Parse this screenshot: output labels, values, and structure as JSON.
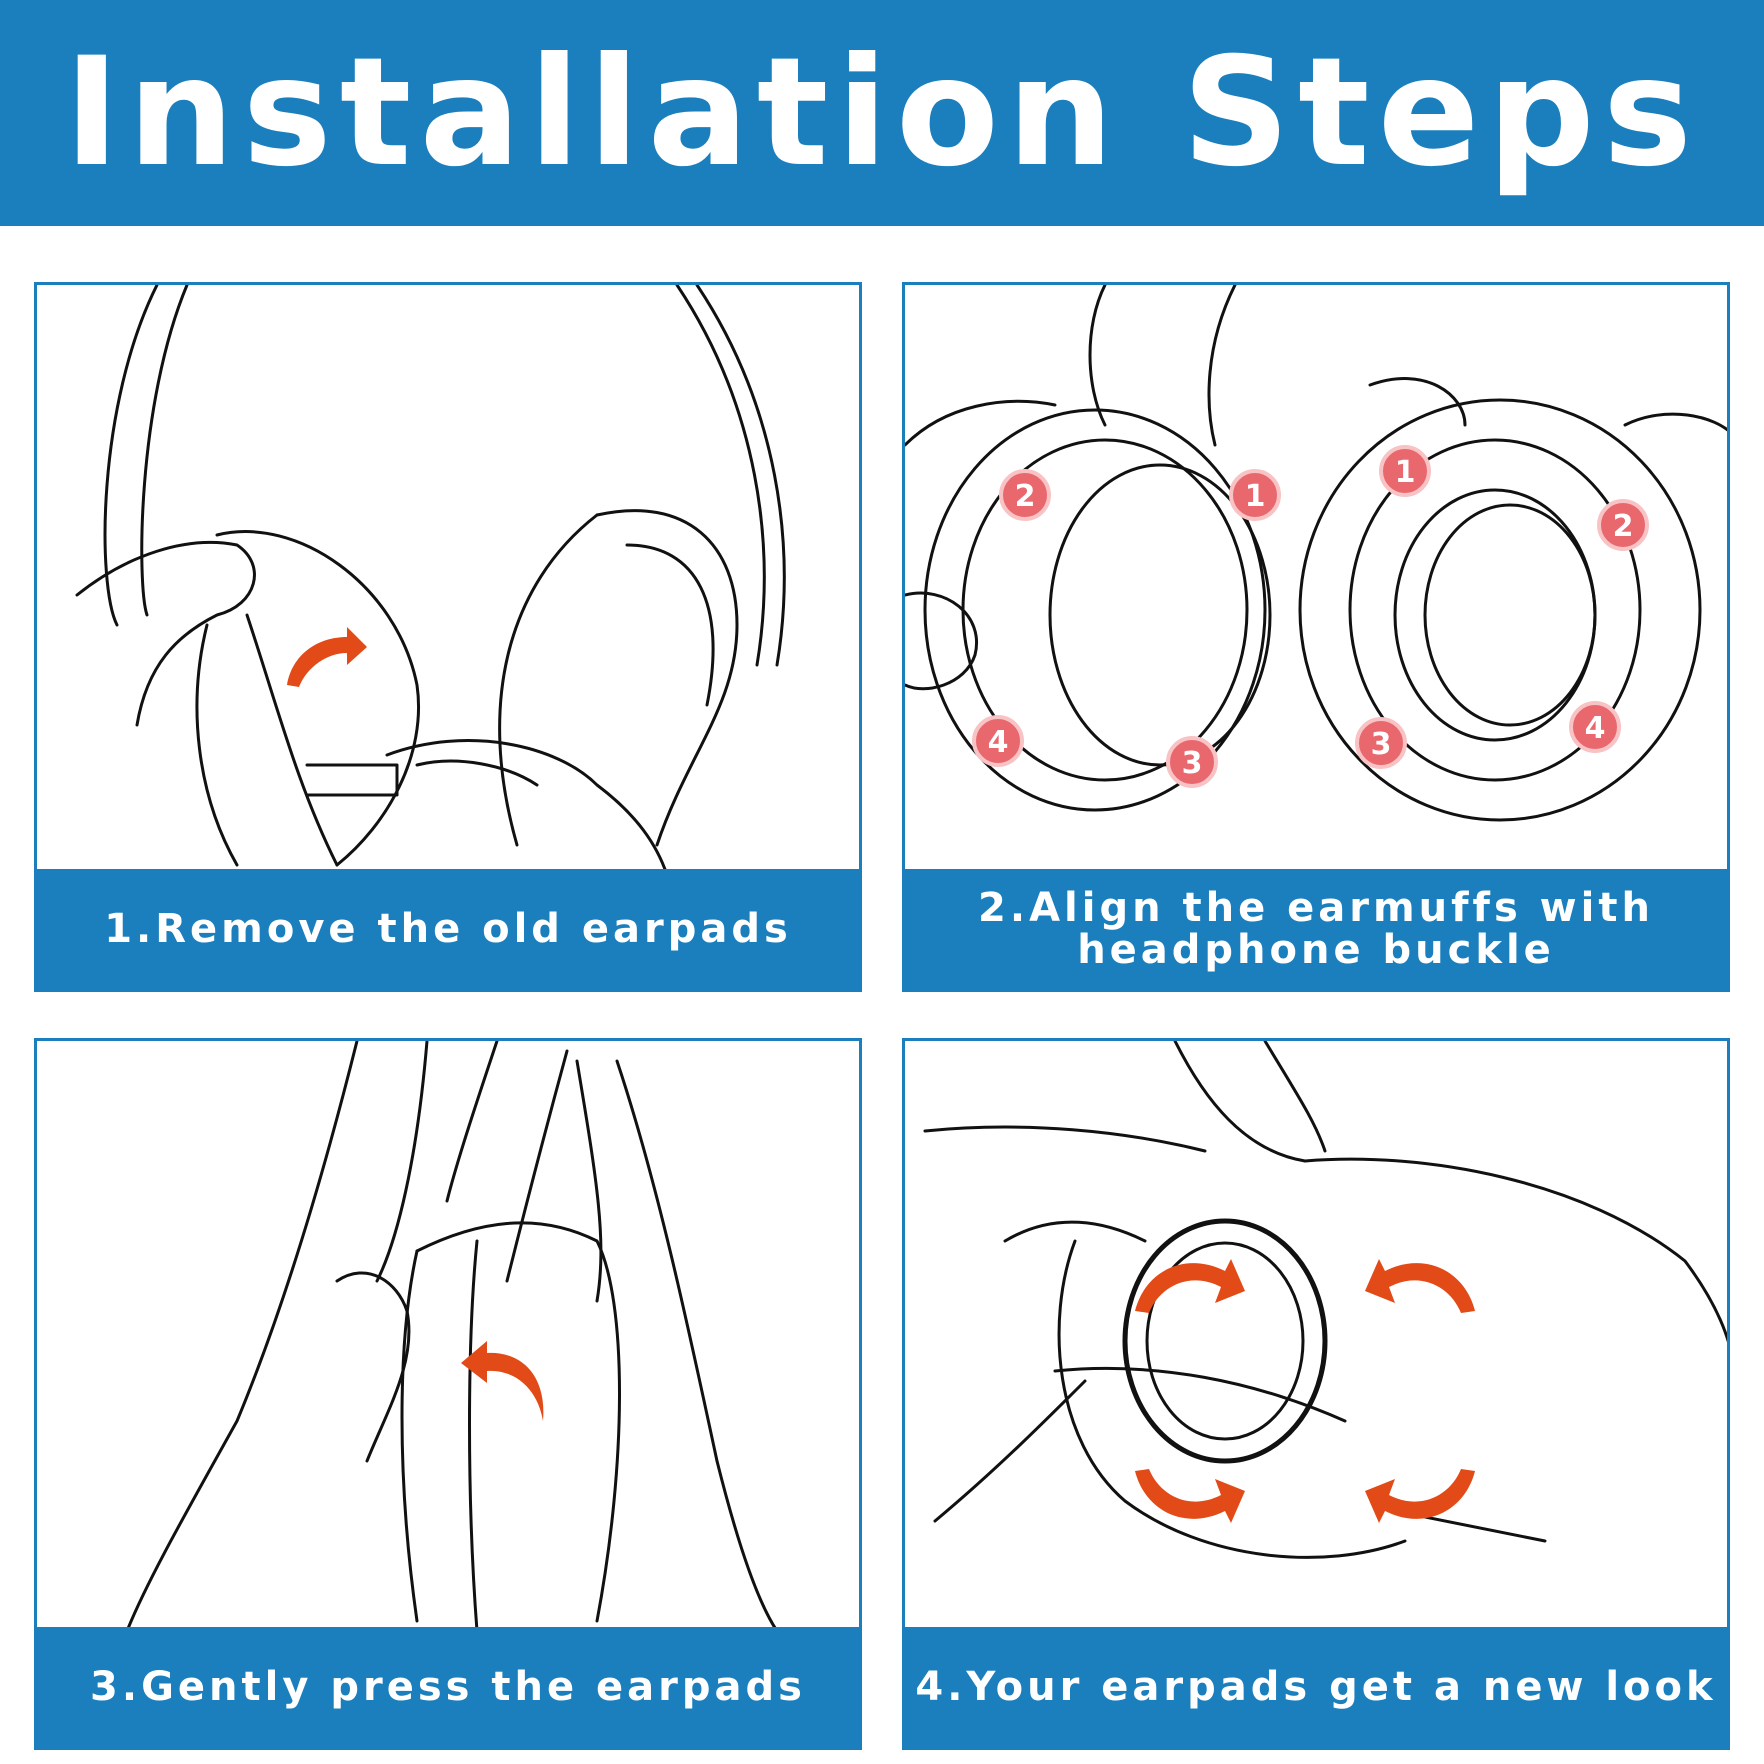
{
  "title": "Installation Steps",
  "colors": {
    "banner": "#1b7fbd",
    "arrow": "#e24a17",
    "badge": "#e8686e"
  },
  "steps": [
    {
      "caption": "1.Remove the old earpads"
    },
    {
      "caption_line1": "2.Align the earmuffs with",
      "caption_line2": "headphone buckle"
    },
    {
      "caption": "3.Gently press the earpads"
    },
    {
      "caption": "4.Your earpads get a new look"
    }
  ],
  "badges": {
    "left": [
      "1",
      "2",
      "3",
      "4"
    ],
    "right": [
      "1",
      "2",
      "3",
      "4"
    ]
  }
}
